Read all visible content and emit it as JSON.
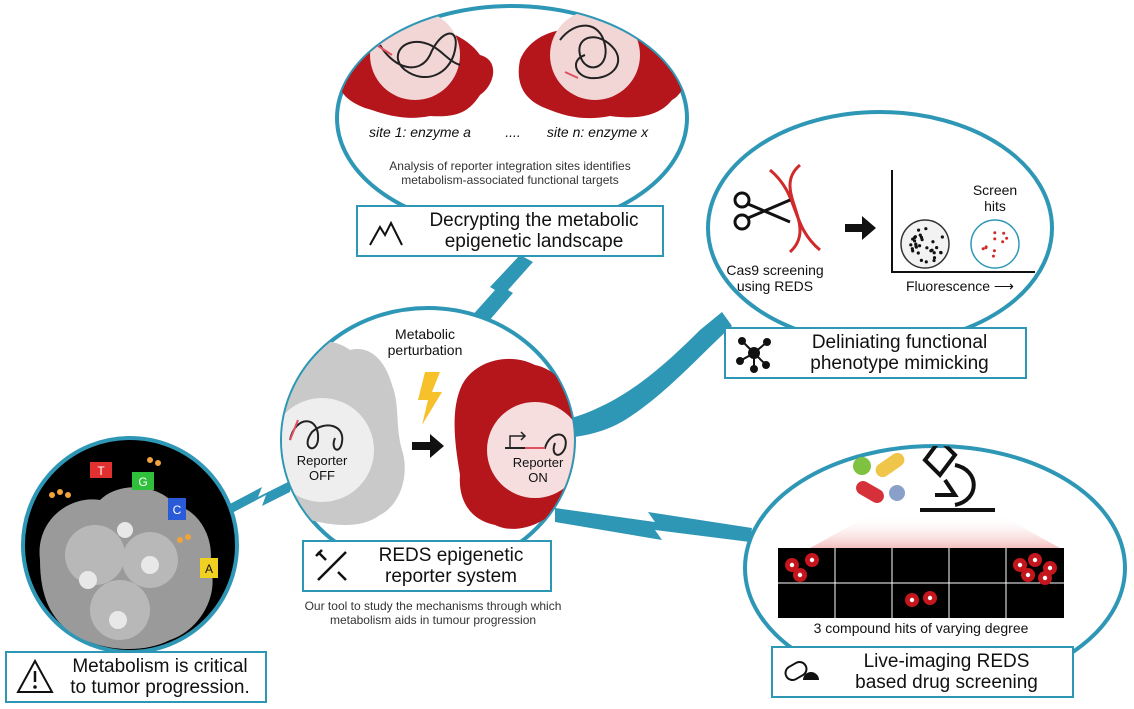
{
  "colors": {
    "teal": "#2f97b6",
    "red": "#b5161c",
    "gray_cell": "#c9c9c9",
    "nucleus_pink": "#f2d6d6"
  },
  "top_panel": {
    "site1": "site 1: enzyme a",
    "dots": "....",
    "siten": "site n: enzyme x",
    "description_line1": "Analysis of reporter integration sites identifies",
    "description_line2": "metabolism-associated functional targets",
    "box_title_line1": "Decrypting the metabolic",
    "box_title_line2": "epigenetic landscape",
    "icon": "mountain-icon"
  },
  "center_panel": {
    "perturbation_line1": "Metabolic",
    "perturbation_line2": "perturbation",
    "reporter_off_line1": "Reporter",
    "reporter_off_line2": "OFF",
    "reporter_on_line1": "Reporter",
    "reporter_on_line2": "ON",
    "box_title_line1": "REDS epigenetic",
    "box_title_line2": "reporter system",
    "description_line1": "Our tool to study the mechanisms through which",
    "description_line2": "metabolism aids in tumour progression",
    "icon": "tools-icon"
  },
  "right_top_panel": {
    "cas9_line1": "Cas9 screening",
    "cas9_line2": "using REDS",
    "screen_hits_line1": "Screen",
    "screen_hits_line2": "hits",
    "xaxis": "Fluorescence ⟶",
    "box_title_line1": "Deliniating functional",
    "box_title_line2": "phenotype mimicking",
    "icon": "network-icon"
  },
  "right_bottom_panel": {
    "caption": "3 compound hits of varying degree",
    "box_title_line1": "Live-imaging REDS",
    "box_title_line2": "based drug screening",
    "icon": "pills-icon"
  },
  "left_panel": {
    "letters": [
      "T",
      "G",
      "C",
      "A"
    ],
    "box_title_line1": "Metabolism is critical",
    "box_title_line2": "to tumor progression.",
    "icon": "warning-icon"
  }
}
